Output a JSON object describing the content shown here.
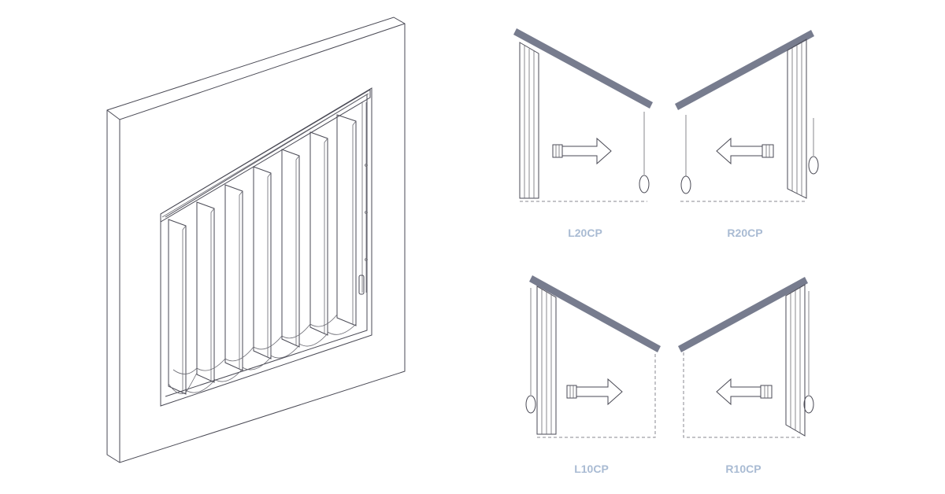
{
  "diagrams": [
    {
      "id": "l20cp",
      "label": "L20CP",
      "arrow": "right"
    },
    {
      "id": "r20cp",
      "label": "R20CP",
      "arrow": "left"
    },
    {
      "id": "l10cp",
      "label": "L10CP",
      "arrow": "right"
    },
    {
      "id": "r10cp",
      "label": "R10CP",
      "arrow": "left"
    }
  ]
}
